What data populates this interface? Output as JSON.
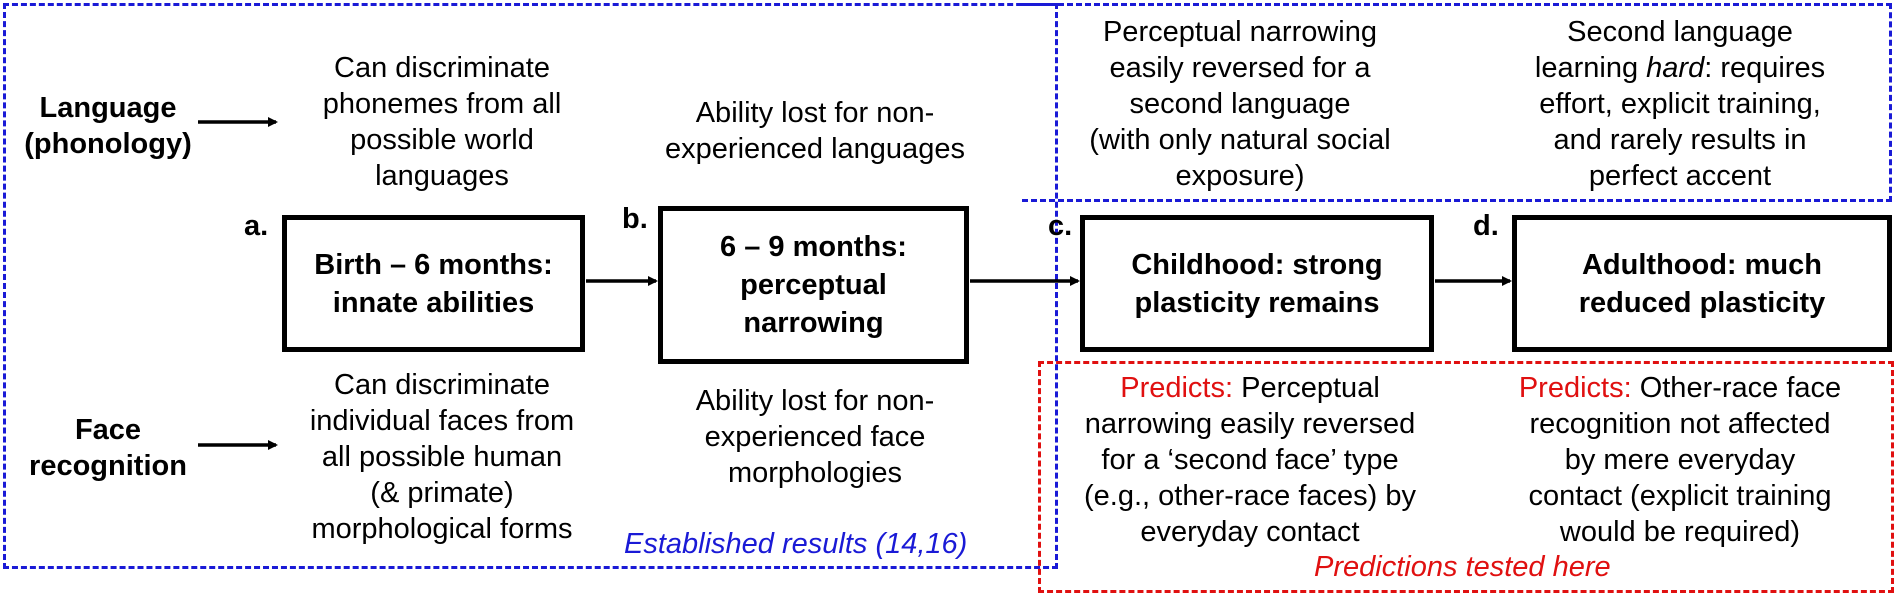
{
  "rows": {
    "language": "Language\n(phonology)",
    "face": "Face\nrecognition"
  },
  "stages": {
    "a": {
      "letter": "a.",
      "label": "Birth – 6 months:\ninnate abilities"
    },
    "b": {
      "letter": "b.",
      "label": "6 – 9 months:\nperceptual\nnarrowing"
    },
    "c": {
      "letter": "c.",
      "label": "Childhood: strong\nplasticity remains"
    },
    "d": {
      "letter": "d.",
      "label": "Adulthood: much\nreduced plasticity"
    }
  },
  "language_notes": {
    "a": "Can discriminate\nphonemes from all\npossible world\nlanguages",
    "b": "Ability lost for non-\nexperienced languages",
    "c": "Perceptual narrowing\neasily reversed for a\nsecond language\n(with only natural social\nexposure)",
    "d_line1": "Second language",
    "d_line2_pre": "learning ",
    "d_line2_em": "hard",
    "d_line2_post": ": requires",
    "d_rest": "effort, explicit training,\nand rarely results in\nperfect accent"
  },
  "face_notes": {
    "a": "Can discriminate\nindividual faces from\nall possible human\n(& primate)\nmorphological forms",
    "b": "Ability lost for non-\nexperienced face\nmorphologies",
    "c_label": "Predicts:",
    "c_first": " Perceptual",
    "c_rest": "narrowing easily reversed\nfor a ‘second face’ type\n(e.g., other-race faces) by\neveryday contact",
    "d_label": "Predicts:",
    "d_first": " Other-race face",
    "d_rest": "recognition not affected\nby mere everyday\ncontact (explicit training\nwould be required)"
  },
  "captions": {
    "established": "Established results (14,16)",
    "predictions": "Predictions tested here"
  },
  "colors": {
    "established": "#1a1ad6",
    "predictions": "#e01010"
  }
}
